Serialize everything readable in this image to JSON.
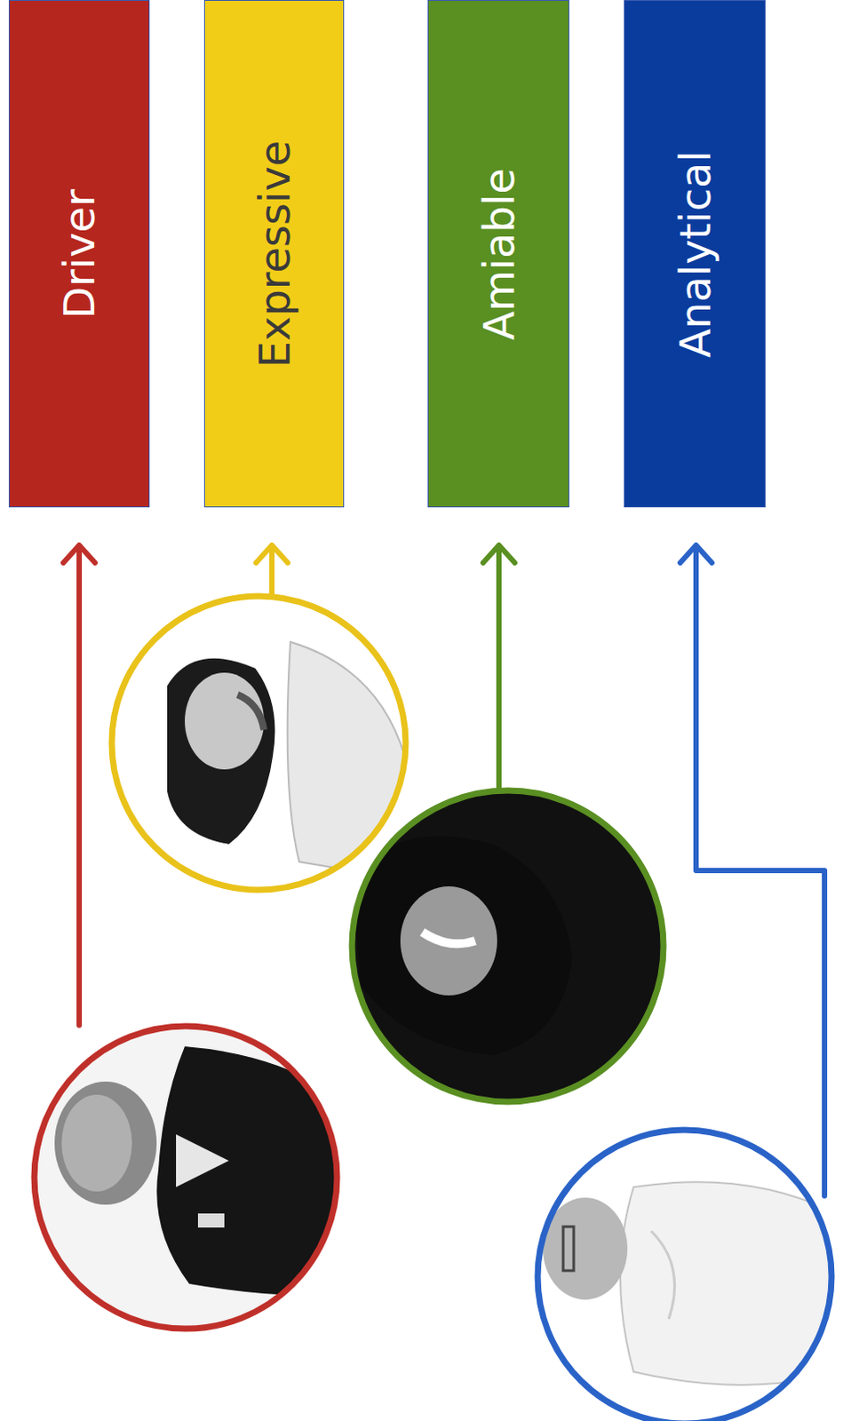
{
  "diagram": {
    "nodes": [
      {
        "text": [
          "Driver"
        ]
      },
      {
        "text": [
          "Expressive"
        ]
      },
      {
        "text": [
          "Amiable"
        ]
      },
      {
        "text": [
          "Analytical"
        ]
      }
    ]
  }
}
